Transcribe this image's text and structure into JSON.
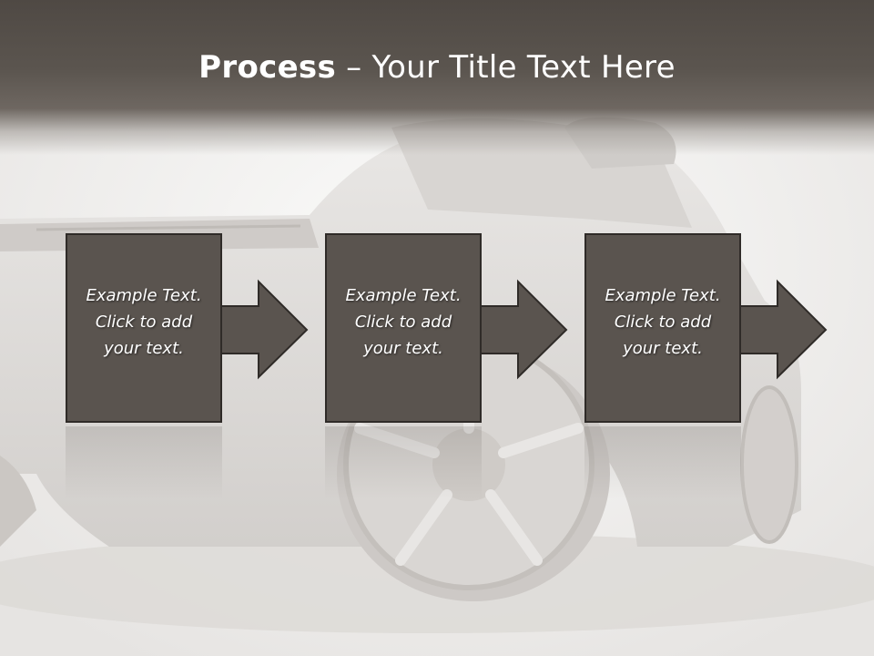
{
  "slide": {
    "title_bold": "Process",
    "title_rest": " – Your Title Text Here",
    "steps": [
      {
        "text": "Example Text.\nClick  to add\nyour text."
      },
      {
        "text": "Example Text.\nClick  to add\nyour text."
      },
      {
        "text": "Example Text.\nClick  to add\nyour text."
      }
    ]
  },
  "colors": {
    "header": "#57514b",
    "box_fill": "#5a544f",
    "box_border": "#2f2b28",
    "text": "#ffffff"
  },
  "icons": {
    "step_arrow": "right-arrow-icon",
    "background": "car-image"
  }
}
